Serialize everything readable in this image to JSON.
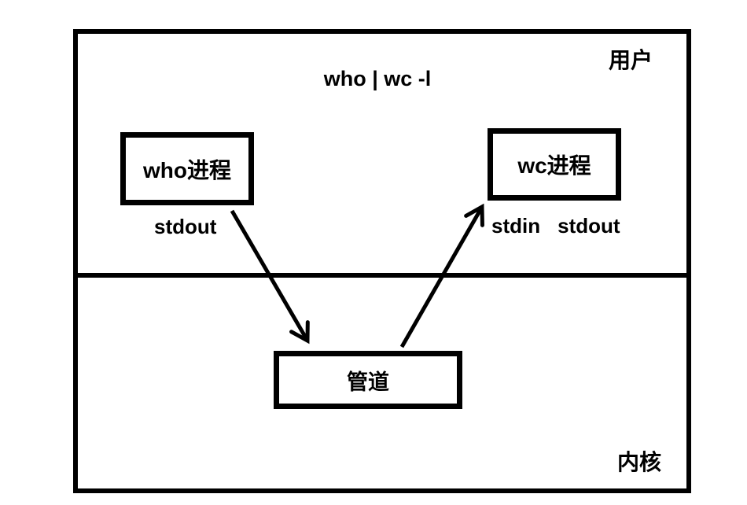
{
  "diagram": {
    "title_command": "who | wc -l",
    "regions": {
      "user_space_label": "用户",
      "kernel_space_label": "内核"
    },
    "nodes": {
      "who_process": "who进程",
      "wc_process": "wc进程",
      "pipe": "管道"
    },
    "io_labels": {
      "who_stdout": "stdout",
      "wc_stdin": "stdin",
      "wc_stdout": "stdout"
    },
    "edges": [
      {
        "from": "who_process",
        "to": "pipe",
        "via": "stdout"
      },
      {
        "from": "pipe",
        "to": "wc_process",
        "via": "stdin"
      }
    ],
    "colors": {
      "stroke": "#000000",
      "background": "#ffffff"
    }
  }
}
